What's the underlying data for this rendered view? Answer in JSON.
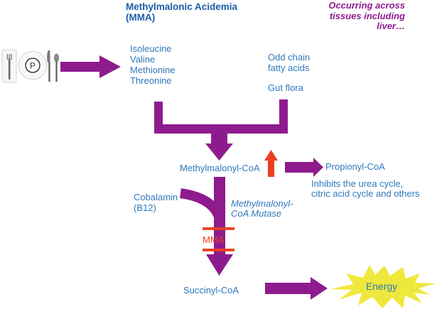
{
  "header": {
    "title": "Methylmalonic Acidemia\n(MMA)",
    "context_note": "Occurring across\ntissues including\nliver…"
  },
  "sources": {
    "amino_acids": "Isoleucine\nValine\nMethionine\nThreonine",
    "odd_chain_fatty_acids": "Odd chain\nfatty acids",
    "gut_flora": "Gut flora"
  },
  "pathway": {
    "methylmalonyl_coa": "Methylmalonyl-CoA",
    "propionyl_coa": "Propionyl-CoA",
    "inhibits_note": "Inhibits the urea cycle,\ncitric acid cycle and others",
    "cofactor": "Cobalamin\n(B12)",
    "enzyme": "Methylmalonyl-\nCoA Mutase",
    "blocked_metabolite": "MMA",
    "succinyl_coa": "Succinyl-CoA",
    "energy": "Energy"
  },
  "icons": {
    "plate_icon": "dinner-plate-with-cutlery",
    "plate_letter": "P",
    "up_arrow_icon": "increase-arrow",
    "energy_burst_icon": "starburst"
  },
  "colors": {
    "title_blue": "#1b5ea9",
    "text_blue": "#2e79bc",
    "arrow_purple": "#8e1b8e",
    "block_red": "#e8401f",
    "energy_yellow": "#efe83c"
  }
}
